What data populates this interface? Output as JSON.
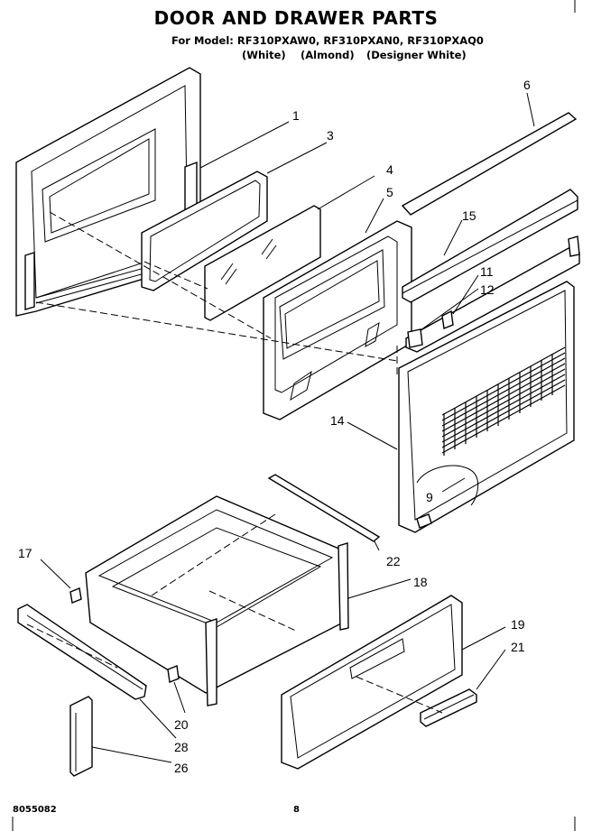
{
  "title": "DOOR AND DRAWER PARTS",
  "models_line": "For Model: RF310PXAW0, RF310PXAN0, RF310PXAQ0",
  "variants": [
    "(White)",
    "(Almond)",
    "(Designer White)"
  ],
  "callouts": {
    "c1": "1",
    "c3": "3",
    "c4": "4",
    "c5": "5",
    "c6": "6",
    "c9": "9",
    "c11": "11",
    "c12": "12",
    "c14": "14",
    "c15": "15",
    "c17": "17",
    "c18": "18",
    "c19": "19",
    "c20": "20",
    "c21": "21",
    "c22": "22",
    "c26": "26",
    "c28": "28"
  },
  "footer": {
    "doc_number": "8055082",
    "page_number": "8"
  }
}
